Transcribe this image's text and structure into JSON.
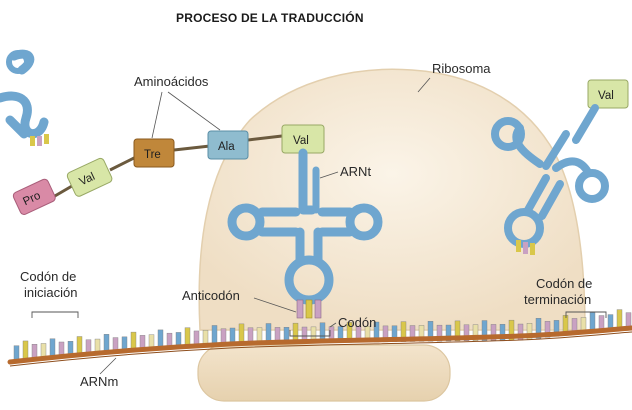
{
  "title": "PROCESO DE LA TRADUCCIÓN",
  "labels": {
    "aminoacidos": "Aminoácidos",
    "ribosoma": "Ribosoma",
    "arnt": "ARNt",
    "codon_inicio_1": "Codón de",
    "codon_inicio_2": "iniciación",
    "anticodon": "Anticodón",
    "codon": "Codón",
    "codon_term_1": "Codón de",
    "codon_term_2": "terminación",
    "arnm": "ARNm"
  },
  "amino_acids": {
    "pro": "Pro",
    "val_chain": "Val",
    "tre": "Tre",
    "ala": "Ala",
    "val_attached": "Val",
    "val_incoming": "Val"
  },
  "colors": {
    "ribosome": "#f6ecdb",
    "ribosome_edge": "#e7d6b8",
    "trna": "#6fa6cf",
    "trna_dark": "#4d87b4",
    "mrna": "#b76a2e",
    "pro_box": "#d98aa6",
    "val_box": "#d8e6a7",
    "tre_box": "#c0873a",
    "ala_box": "#8fbccf"
  }
}
